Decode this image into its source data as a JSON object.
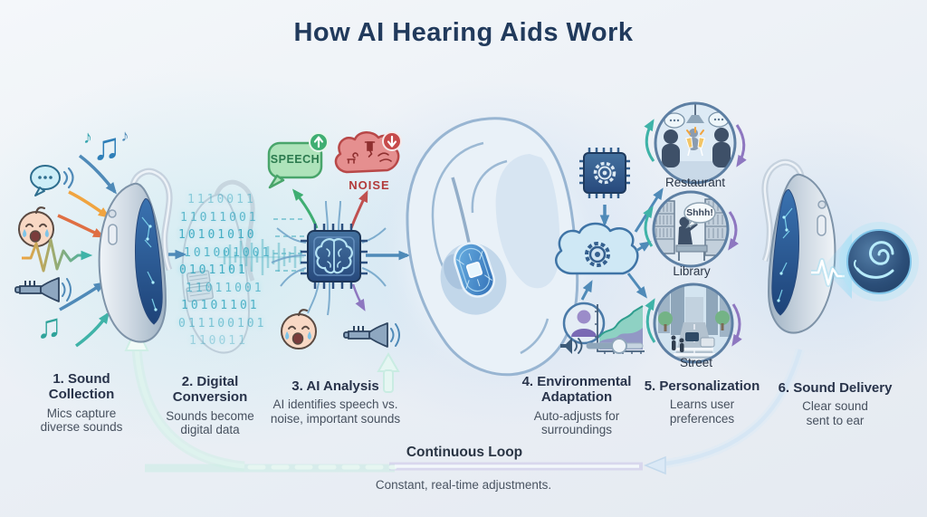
{
  "title": "How AI Hearing Aids Work",
  "steps": [
    {
      "heading": "1. Sound Collection",
      "desc": "Mics capture diverse sounds"
    },
    {
      "heading": "2. Digital Conversion",
      "desc": "Sounds become digital data"
    },
    {
      "heading": "3. AI Analysis",
      "desc": "AI identifies speech vs. noise, important sounds"
    },
    {
      "heading": "4. Environmental Adaptation",
      "desc": "Auto-adjusts for surroundings"
    },
    {
      "heading": "5. Personalization",
      "desc": "Learns user preferences"
    },
    {
      "heading": "6. Sound Delivery",
      "desc": "Clear sound sent to ear"
    }
  ],
  "analysis": {
    "speech": "SPEECH",
    "noise": "NOISE"
  },
  "environments": {
    "restaurant": "Restaurant",
    "library": "Library",
    "library_bubble": "Shhh!",
    "street": "Street"
  },
  "loop": {
    "label": "Continuous Loop",
    "desc": "Constant, real-time adjustments."
  },
  "binary": {
    "lines": [
      "1110011",
      "11011001",
      "10101010",
      "101001001",
      "0101101",
      "11011001",
      "10101101",
      "011100101",
      "110011"
    ]
  },
  "music": {
    "note_double": "♫",
    "note_single": "♪"
  },
  "colors": {
    "title_navy": "#213a5c",
    "accent_teal": "#3fb3a8",
    "accent_blue": "#4f8ab8",
    "accent_orange": "#f0a440",
    "accent_red": "#df6f43",
    "speech_green": "#3fae72",
    "noise_red": "#c64a4a",
    "accent_purple": "#8e77c0"
  }
}
